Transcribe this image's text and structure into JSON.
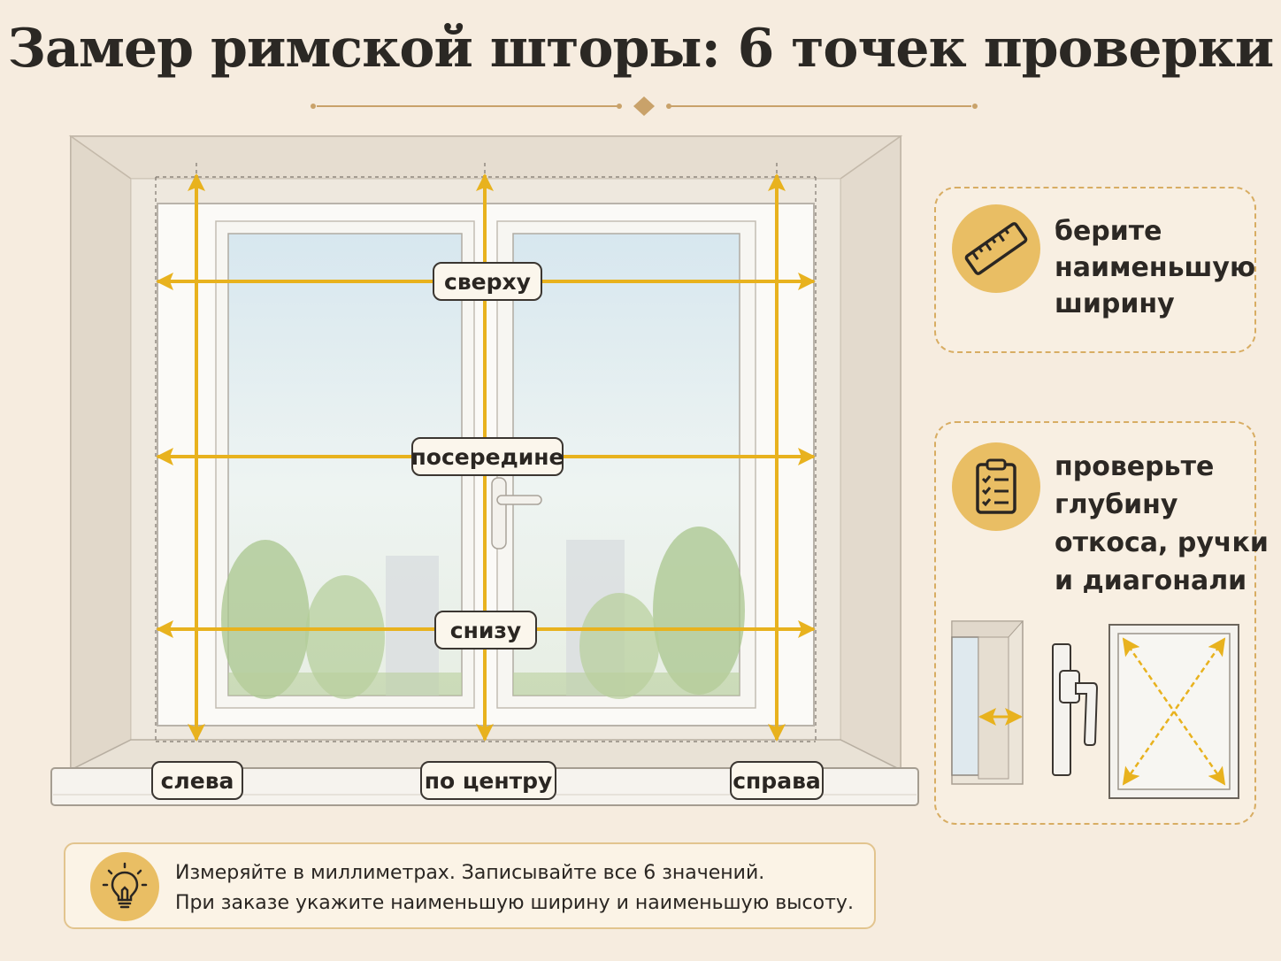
{
  "title": "Замер римской шторы: 6 точек проверки",
  "colors": {
    "background": "#f6ecdf",
    "accent": "#e8b21e",
    "card_border": "#d8ad63",
    "badge": "#e9be64",
    "text": "#2a2622"
  },
  "width_points": [
    {
      "id": "top",
      "label": "сверху"
    },
    {
      "id": "middle",
      "label": "посередине"
    },
    {
      "id": "bottom",
      "label": "снизу"
    }
  ],
  "height_points": [
    {
      "id": "left",
      "label": "слева"
    },
    {
      "id": "center",
      "label": "по центру"
    },
    {
      "id": "right",
      "label": "справа"
    }
  ],
  "tips": [
    {
      "icon": "ruler-icon",
      "lines": [
        "берите",
        "наименьшую",
        "ширину"
      ]
    },
    {
      "icon": "clipboard-checklist-icon",
      "lines": [
        "проверьте",
        "глубину",
        "откоса, ручки",
        "и диагонали"
      ]
    }
  ],
  "footer": {
    "icon": "lightbulb-icon",
    "lines": [
      "Измеряйте в миллиметрах. Записывайте все 6 значений.",
      "При заказе укажите наименьшую ширину и наименьшую высоту."
    ]
  }
}
